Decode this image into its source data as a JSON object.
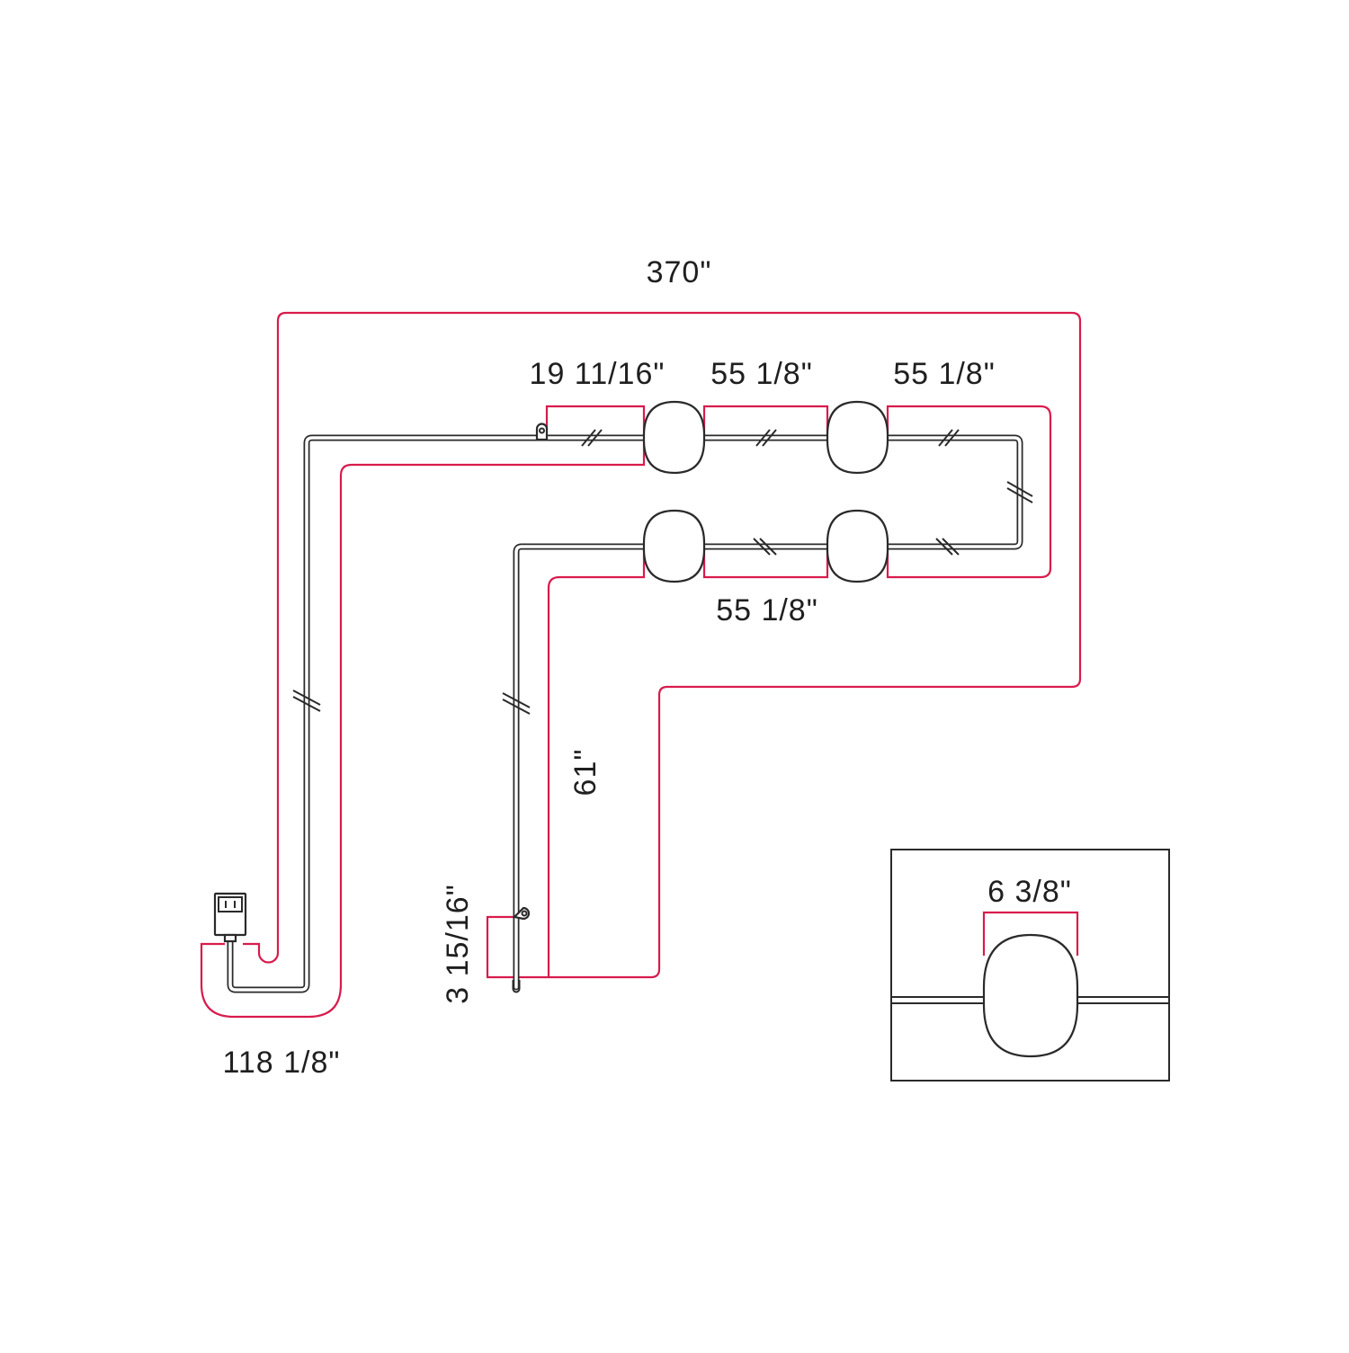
{
  "diagram": {
    "accent_color": "#d81b4d",
    "line_color": "#2a2a2a",
    "labels": {
      "total_length": "370\"",
      "lead_segment": "19 11/16\"",
      "spacing_top_1": "55 1/8\"",
      "spacing_top_2": "55 1/8\"",
      "spacing_bottom": "55 1/8\"",
      "power_cord": "118 1/8\"",
      "return_run": "61\"",
      "end_tail": "3 15/16\"",
      "bulb_width": "6 3/8\""
    },
    "icons": {
      "adapter": "power-adapter-icon",
      "bulb": "light-bulb-icon",
      "clip": "cord-clip-icon"
    }
  }
}
